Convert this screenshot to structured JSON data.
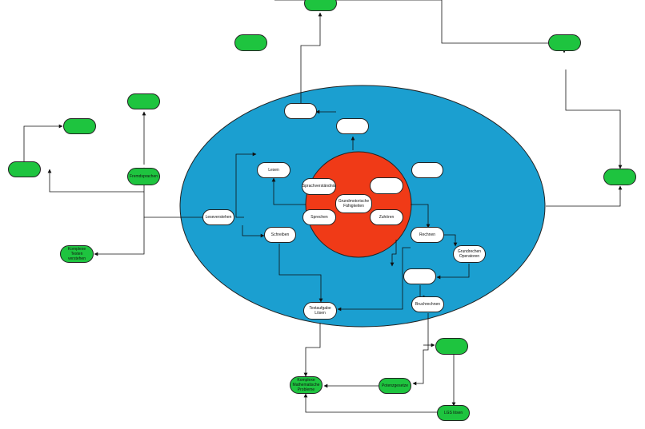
{
  "nodes": {
    "center": "Grundmotorische\nFähigkeiten",
    "sprachverstaendnis": "Sprachverständnis",
    "sprechen": "Sprechen",
    "zuhoeren": "Zuhören",
    "lesen": "Lesen",
    "schreiben": "Schreiben",
    "leseverstehen": "Leseverstehen",
    "rechnen": "Rechnen",
    "grundrechen": "Grundrechen\nOperatoren",
    "bruchrechnen": "Bruchrechnen",
    "textaufgabe": "Textaufgabe\nLösen",
    "fremdsprachen": "Fremdsprachen",
    "komplexe_texte": "Komplexe Texten\nverstehen",
    "komplexe_probleme": "Komplexe\nMathematische\nProbleme",
    "potenzgesetze": "Potenzgesetze",
    "lgs": "LGS lösen",
    "empty": ""
  },
  "colors": {
    "ellipse": "#1b9fd0",
    "core": "#f03a17",
    "green_node": "#1ec43f"
  }
}
